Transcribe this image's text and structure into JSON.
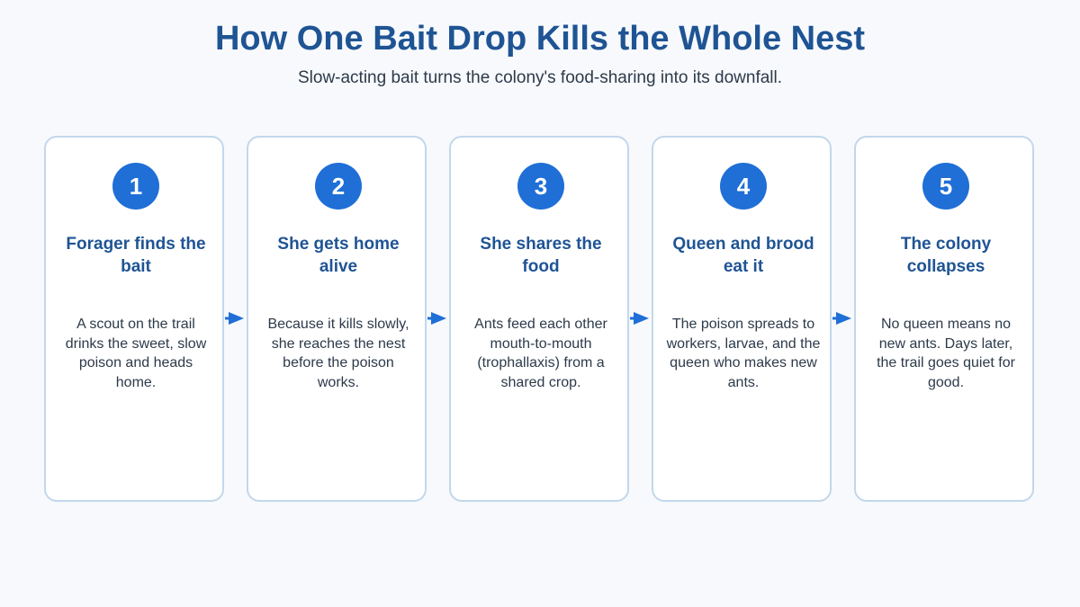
{
  "title": "How One Bait Drop Kills the Whole Nest",
  "subtitle": "Slow-acting bait turns the colony's food-sharing into its downfall.",
  "colors": {
    "title": "#1f5494",
    "accent": "#1f6fd6",
    "card_border": "#c2d7ec",
    "body_text": "#2c3a4a",
    "background": "#f7f9fc"
  },
  "steps": [
    {
      "number": "1",
      "title": "Forager finds the bait",
      "body": "A scout on the trail drinks the sweet, slow poison and heads home."
    },
    {
      "number": "2",
      "title": "She gets home alive",
      "body": "Because it kills slowly, she reaches the nest before the poison works."
    },
    {
      "number": "3",
      "title": "She shares the food",
      "body": "Ants feed each other mouth-to-mouth (trophallaxis) from a shared crop."
    },
    {
      "number": "4",
      "title": "Queen and brood eat it",
      "body": "The poison spreads to workers, larvae, and the queen who makes new ants."
    },
    {
      "number": "5",
      "title": "The colony collapses",
      "body": "No queen means no new ants. Days later, the trail goes quiet for good."
    }
  ]
}
